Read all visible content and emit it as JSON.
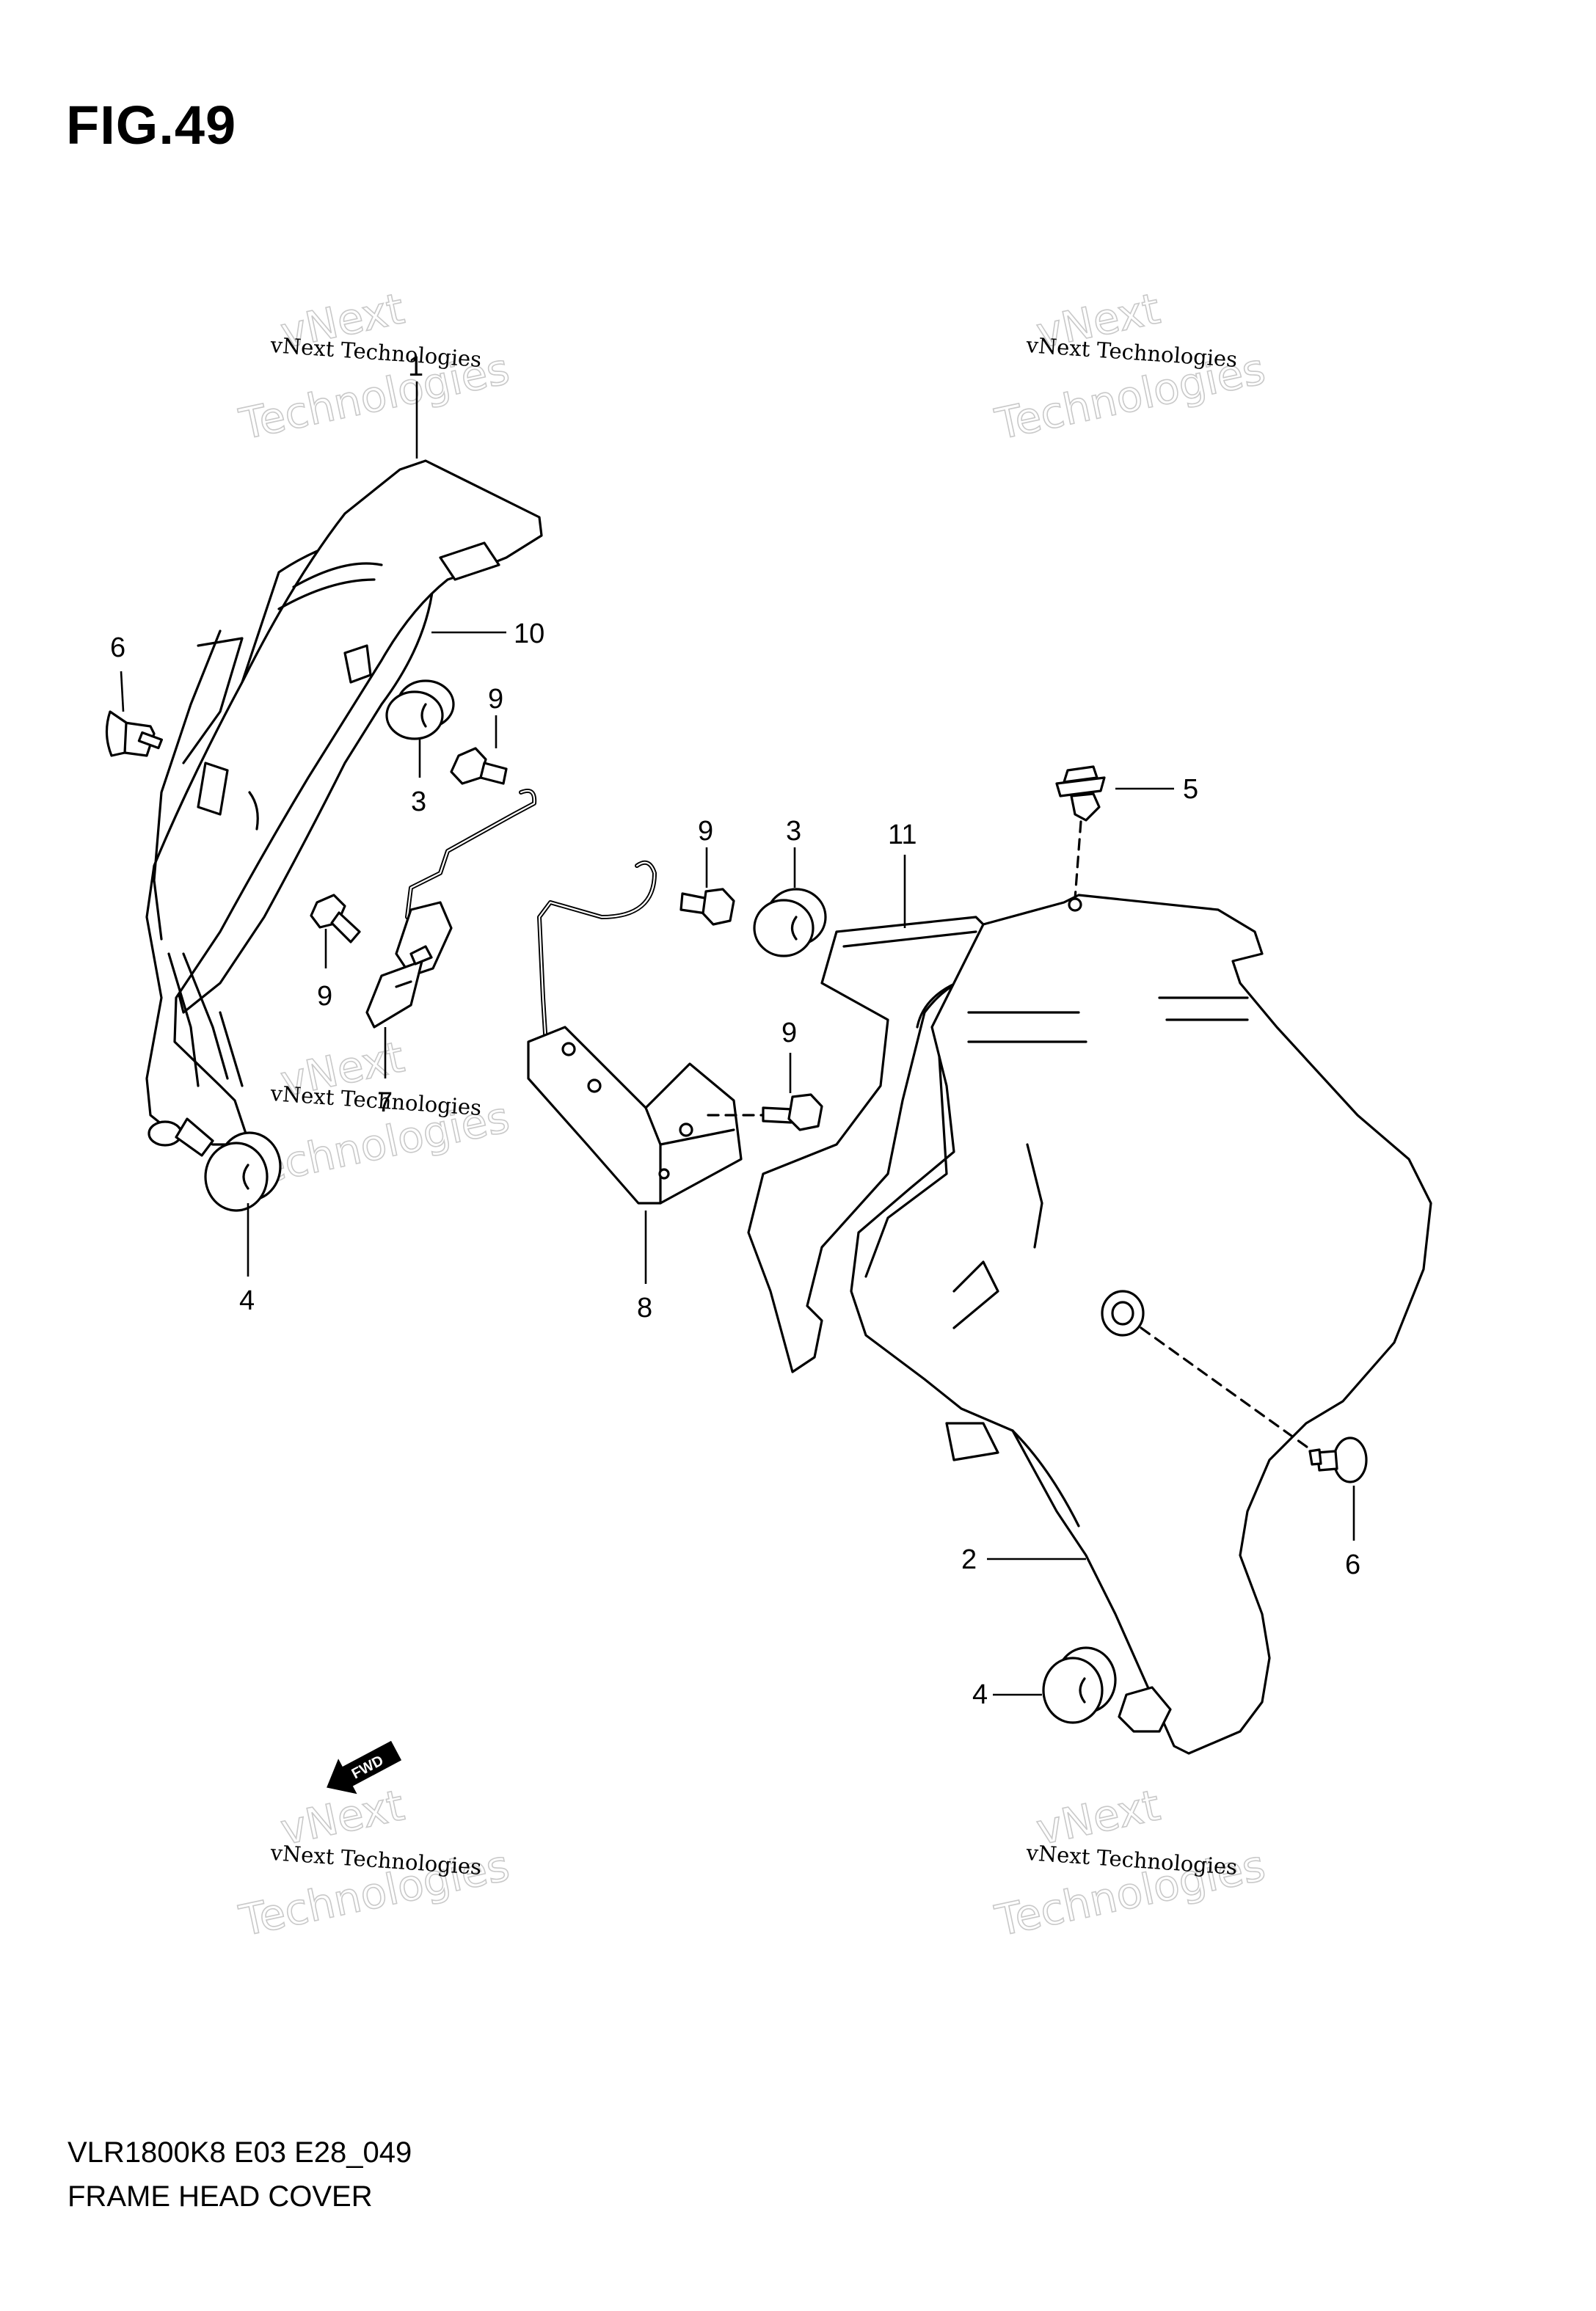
{
  "figure": {
    "title": "FIG.49",
    "model_code": "VLR1800K8 E03 E28_049",
    "caption": "FRAME HEAD COVER"
  },
  "watermark": {
    "text": "vNext Technologies",
    "ghost_line1": "vNext",
    "ghost_line2": "Technologies"
  },
  "callouts": {
    "c1": "1",
    "c2": "2",
    "c3a": "3",
    "c3b": "3",
    "c4a": "4",
    "c4b": "4",
    "c5": "5",
    "c6a": "6",
    "c6b": "6",
    "c7": "7",
    "c8": "8",
    "c9a": "9",
    "c9b": "9",
    "c9c": "9",
    "c9d": "9",
    "c10": "10",
    "c11": "11"
  },
  "direction_arrow": {
    "label": "FWD"
  }
}
